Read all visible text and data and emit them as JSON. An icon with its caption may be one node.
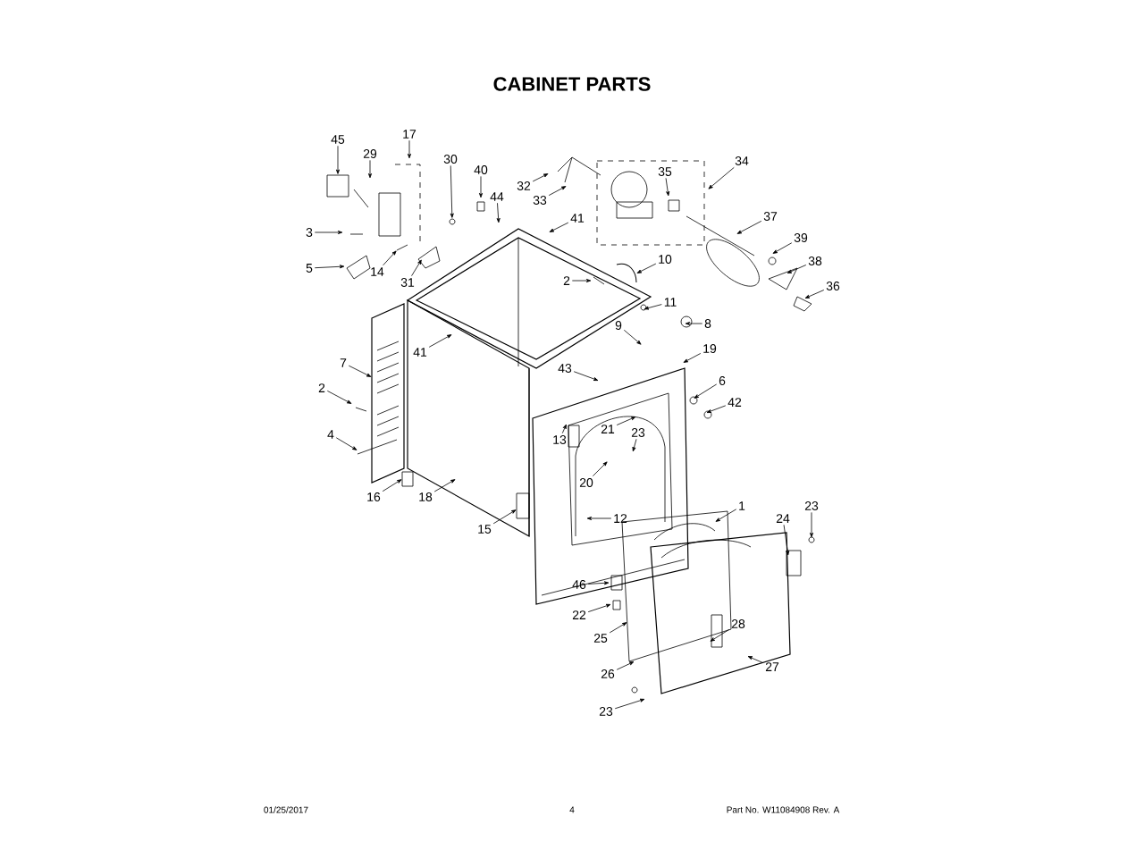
{
  "diagram": {
    "title": "CABINET PARTS",
    "nodes": [
      {
        "text": [
          "45"
        ]
      },
      {
        "text": [
          "29"
        ]
      },
      {
        "text": [
          "17"
        ]
      },
      {
        "text": [
          "30"
        ]
      },
      {
        "text": [
          "40"
        ]
      },
      {
        "text": [
          "44"
        ]
      },
      {
        "text": [
          "3"
        ]
      },
      {
        "text": [
          "5"
        ]
      },
      {
        "text": [
          "14"
        ]
      },
      {
        "text": [
          "31"
        ]
      },
      {
        "text": [
          "7"
        ]
      },
      {
        "text": [
          "2"
        ]
      },
      {
        "text": [
          "4"
        ]
      },
      {
        "text": [
          "16"
        ]
      },
      {
        "text": [
          "18"
        ]
      },
      {
        "text": [
          "15"
        ]
      },
      {
        "text": [
          "41"
        ]
      },
      {
        "text": [
          "32"
        ]
      },
      {
        "text": [
          "33"
        ]
      },
      {
        "text": [
          "34"
        ]
      },
      {
        "text": [
          "35"
        ]
      },
      {
        "text": [
          "37"
        ]
      },
      {
        "text": [
          "39"
        ]
      },
      {
        "text": [
          "38"
        ]
      },
      {
        "text": [
          "36"
        ]
      },
      {
        "text": [
          "41"
        ]
      },
      {
        "text": [
          "10"
        ]
      },
      {
        "text": [
          "2"
        ]
      },
      {
        "text": [
          "11"
        ]
      },
      {
        "text": [
          "9"
        ]
      },
      {
        "text": [
          "8"
        ]
      },
      {
        "text": [
          "19"
        ]
      },
      {
        "text": [
          "43"
        ]
      },
      {
        "text": [
          "6"
        ]
      },
      {
        "text": [
          "42"
        ]
      },
      {
        "text": [
          "21"
        ]
      },
      {
        "text": [
          "23"
        ]
      },
      {
        "text": [
          "13"
        ]
      },
      {
        "text": [
          "20"
        ]
      },
      {
        "text": [
          "12"
        ]
      },
      {
        "text": [
          "1"
        ]
      },
      {
        "text": [
          "23"
        ]
      },
      {
        "text": [
          "24"
        ]
      },
      {
        "text": [
          "46"
        ]
      },
      {
        "text": [
          "22"
        ]
      },
      {
        "text": [
          "25"
        ]
      },
      {
        "text": [
          "28"
        ]
      },
      {
        "text": [
          "27"
        ]
      },
      {
        "text": [
          "26"
        ]
      },
      {
        "text": [
          "23"
        ]
      },
      {
        "text": [],
        "shape": "box"
      },
      {
        "text": [],
        "shape": "circle"
      }
    ],
    "edges": [
      {
        "from": 0,
        "to": 50,
        "arrow": "to"
      },
      {
        "from": 1,
        "to": null,
        "arrow": "to"
      },
      {
        "from": 2,
        "to": null,
        "arrow": "to"
      },
      {
        "from": 3,
        "to": 51,
        "arrow": "to"
      },
      {
        "from": 4,
        "to": null,
        "arrow": "to"
      },
      {
        "from": 5,
        "to": null,
        "arrow": "to"
      },
      {
        "from": 6,
        "to": null,
        "arrow": "to"
      },
      {
        "from": 7,
        "to": null,
        "arrow": "to"
      },
      {
        "from": 8,
        "to": null,
        "arrow": "to"
      },
      {
        "from": 9,
        "to": null,
        "arrow": "to"
      },
      {
        "from": 10,
        "to": null,
        "arrow": "to"
      },
      {
        "from": 11,
        "to": null,
        "arrow": "to"
      },
      {
        "from": 12,
        "to": null,
        "arrow": "to"
      },
      {
        "from": 13,
        "to": null,
        "arrow": "to"
      },
      {
        "from": 14,
        "to": null,
        "arrow": "to"
      },
      {
        "from": 15,
        "to": null,
        "arrow": "to"
      },
      {
        "from": 16,
        "to": null,
        "arrow": "to"
      },
      {
        "from": 17,
        "to": null,
        "arrow": "to"
      },
      {
        "from": 18,
        "to": null,
        "arrow": "to"
      },
      {
        "from": 19,
        "to": null,
        "arrow": "to"
      },
      {
        "from": 20,
        "to": null,
        "arrow": "to"
      },
      {
        "from": 21,
        "to": null,
        "arrow": "to"
      },
      {
        "from": 22,
        "to": null,
        "arrow": "to"
      },
      {
        "from": 23,
        "to": null,
        "arrow": "to"
      },
      {
        "from": 24,
        "to": null,
        "arrow": "to"
      },
      {
        "from": 25,
        "to": null,
        "arrow": "to"
      },
      {
        "from": 26,
        "to": null,
        "arrow": "to"
      },
      {
        "from": 27,
        "to": null,
        "arrow": "to"
      },
      {
        "from": 28,
        "to": null,
        "arrow": "to"
      },
      {
        "from": 29,
        "to": null,
        "arrow": "to"
      },
      {
        "from": 30,
        "to": null,
        "arrow": "to"
      },
      {
        "from": 31,
        "to": null,
        "arrow": "to"
      },
      {
        "from": 32,
        "to": null,
        "arrow": "to"
      },
      {
        "from": 33,
        "to": null,
        "arrow": "to"
      },
      {
        "from": 34,
        "to": null,
        "arrow": "to"
      },
      {
        "from": 35,
        "to": null,
        "arrow": "to"
      },
      {
        "from": 36,
        "to": null,
        "arrow": "to"
      },
      {
        "from": 37,
        "to": null,
        "arrow": "to"
      },
      {
        "from": 38,
        "to": null,
        "arrow": "to"
      },
      {
        "from": 39,
        "to": null,
        "arrow": "to"
      },
      {
        "from": 40,
        "to": null,
        "arrow": "to"
      },
      {
        "from": 41,
        "to": null,
        "arrow": "to"
      },
      {
        "from": 42,
        "to": null,
        "arrow": "to"
      },
      {
        "from": 43,
        "to": null,
        "arrow": "to"
      },
      {
        "from": 44,
        "to": null,
        "arrow": "to"
      },
      {
        "from": 45,
        "to": null,
        "arrow": "to"
      },
      {
        "from": 46,
        "to": null,
        "arrow": "to"
      },
      {
        "from": 47,
        "to": null,
        "arrow": "to"
      },
      {
        "from": 48,
        "to": null,
        "arrow": "to"
      },
      {
        "from": 49,
        "to": null,
        "arrow": "to"
      }
    ],
    "labels": [
      "01/25/2017",
      "4",
      "Part No. W11084908  Rev. A"
    ]
  }
}
